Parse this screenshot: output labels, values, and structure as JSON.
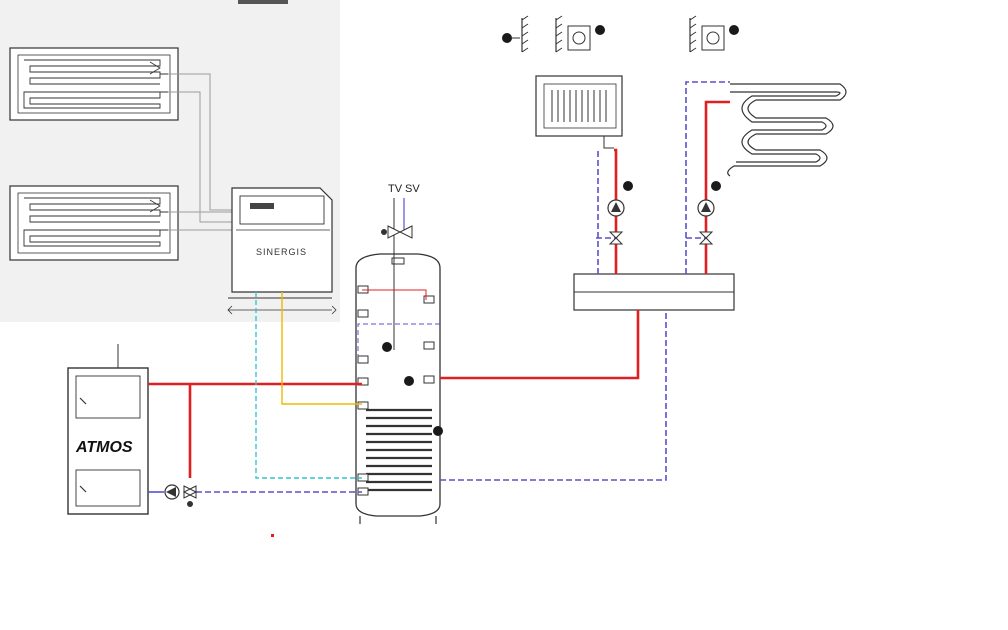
{
  "diagram": {
    "boiler_brand": "ATMOS",
    "gas_boiler_logo": "SINERGIS",
    "tank_labels": {
      "tv": "TV",
      "sv": "SV"
    },
    "colors": {
      "flow_hot": "#e02020",
      "return_cold": "#5a4fd0",
      "dhw_cold": "#33c6d6",
      "gas_line": "#f0b800",
      "line_gray": "#9a9a9a",
      "sensor": "#1a1a1a"
    },
    "components": [
      "underfloor-heating-panel-top",
      "underfloor-heating-panel-bottom",
      "gas-condensing-boiler",
      "solid-fuel-boiler",
      "buffer-storage-tank",
      "hydraulic-manifold",
      "radiator",
      "floor-heating-coil",
      "room-thermostat",
      "outdoor-sensor"
    ]
  }
}
